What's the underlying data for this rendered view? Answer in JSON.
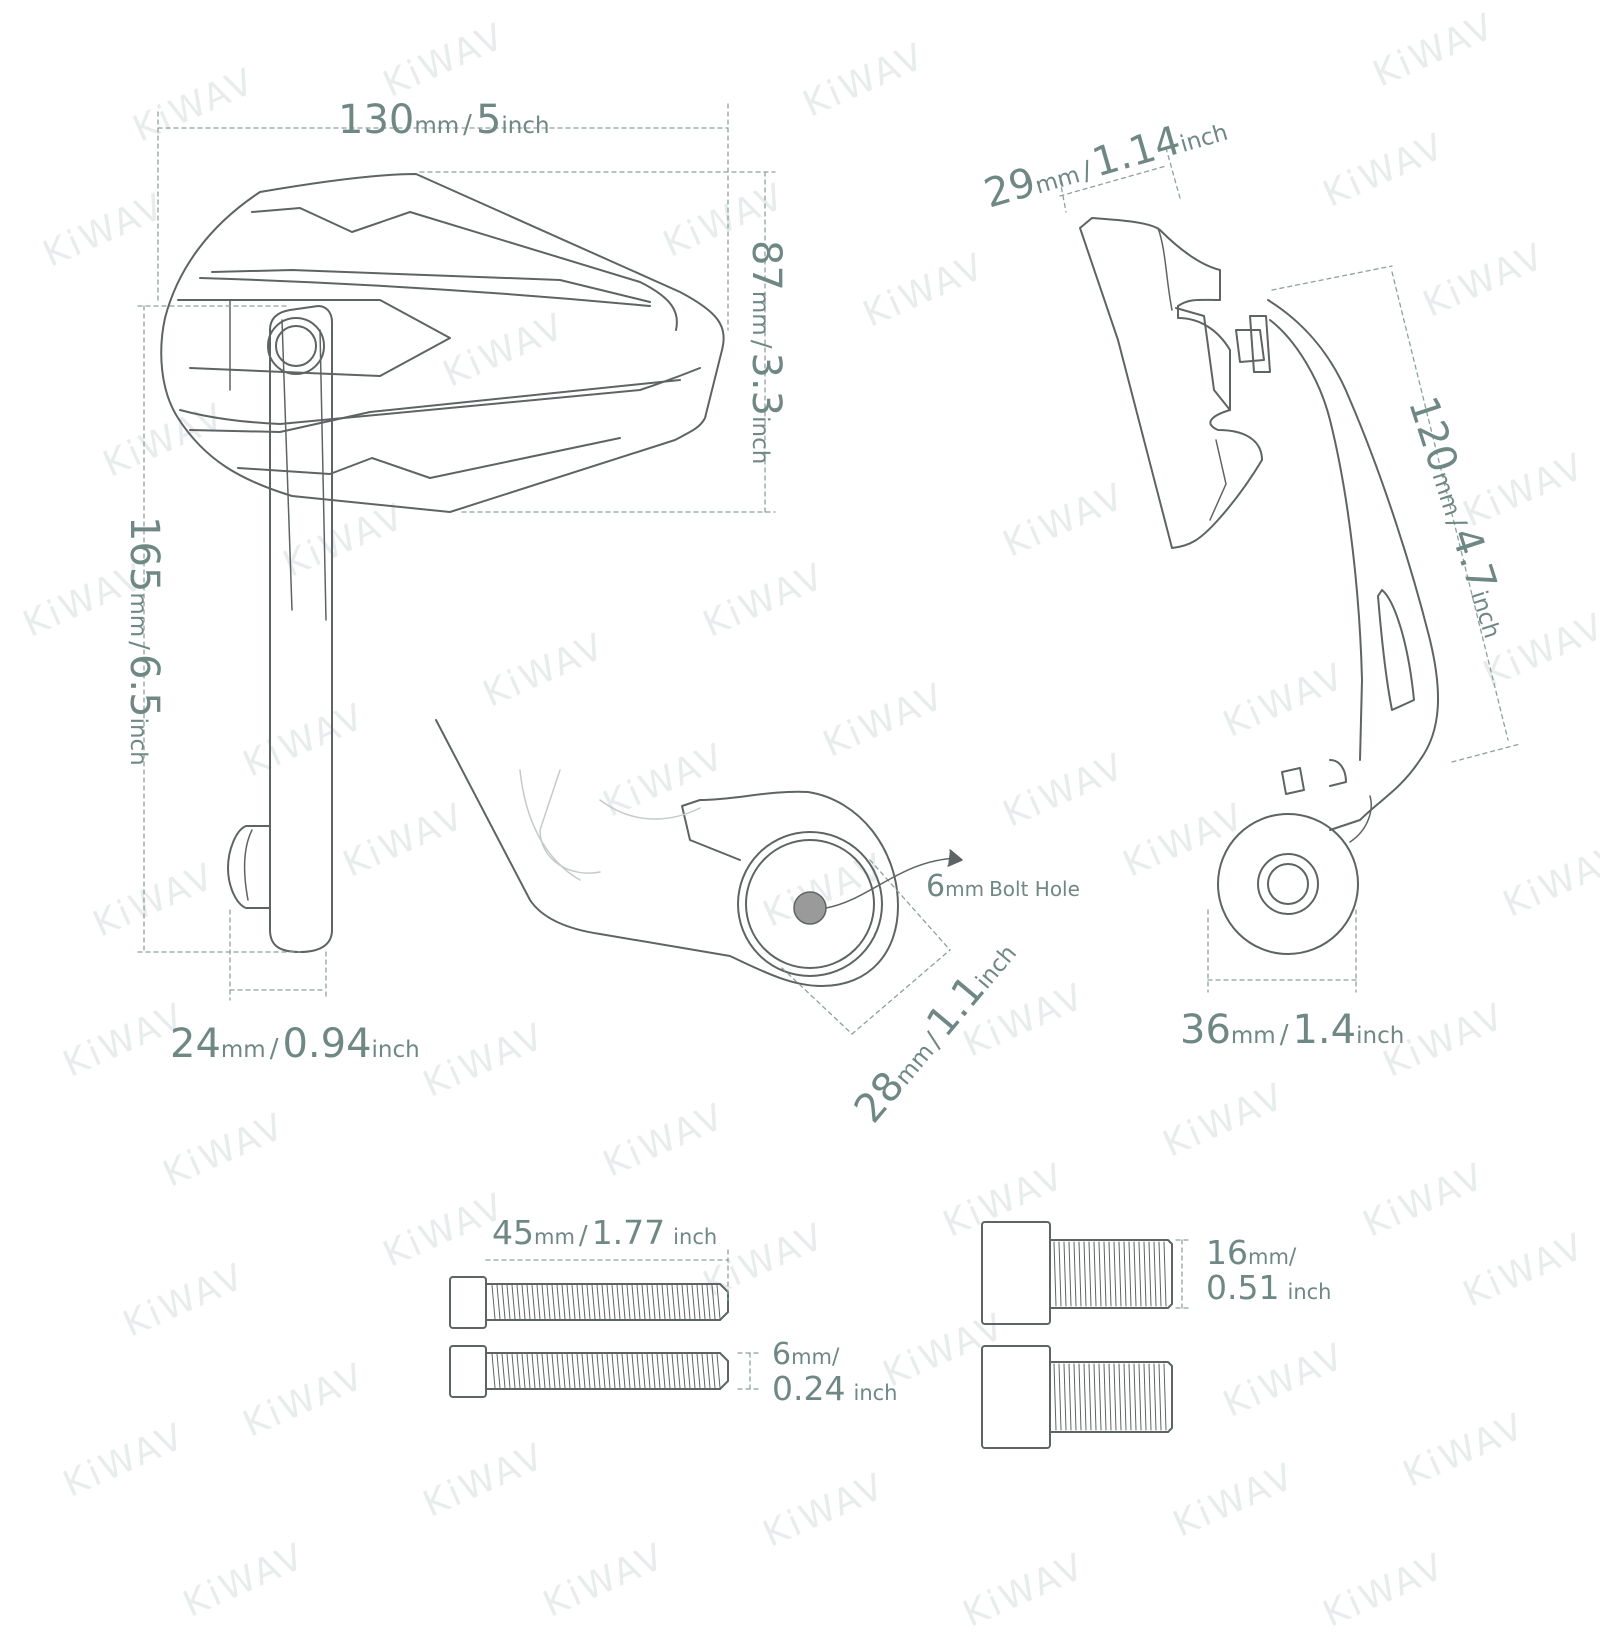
{
  "watermark": "KiWAV",
  "dimensions": {
    "width": {
      "value": "130",
      "unit_mm": "mm",
      "sep": "/",
      "imperial": "5",
      "unit_in": "inch"
    },
    "height": {
      "value": "87",
      "unit_mm": "mm",
      "sep": "/",
      "imperial": "3.3",
      "unit_in": "inch"
    },
    "length": {
      "value": "165",
      "unit_mm": "mm",
      "sep": "/",
      "imperial": "6.5",
      "unit_in": "inch"
    },
    "plug": {
      "value": "24",
      "unit_mm": "mm",
      "sep": "/",
      "imperial": "0.94",
      "unit_in": "inch"
    },
    "mirror_thickness": {
      "value": "29",
      "unit_mm": "mm",
      "sep": "/",
      "imperial": "1.14",
      "unit_in": "inch"
    },
    "arm_length": {
      "value": "120",
      "unit_mm": "mm",
      "sep": "/",
      "imperial": "4.7",
      "unit_in": "inch"
    },
    "clamp_width": {
      "value": "28",
      "unit_mm": "mm",
      "sep": "/",
      "imperial": "1.1",
      "unit_in": "inch"
    },
    "clamp_depth": {
      "value": "36",
      "unit_mm": "mm",
      "sep": "/",
      "imperial": "1.4",
      "unit_in": "inch"
    },
    "bolt_hole": {
      "value": "6",
      "unit_mm": "mm",
      "text": "Bolt Hole"
    },
    "long_bolt_length": {
      "value": "45",
      "unit_mm": "mm",
      "sep": "/",
      "imperial": "1.77",
      "unit_in": "inch"
    },
    "bolt_diameter": {
      "value": "6",
      "unit_mm": "mm",
      "sep": "/",
      "imperial": "0.24",
      "unit_in": "inch"
    },
    "short_bolt_length": {
      "value": "16",
      "unit_mm": "mm",
      "sep": "/",
      "imperial": "0.51",
      "unit_in": "inch"
    }
  },
  "colors": {
    "line": "#5d6463",
    "dim": "#8ea09c",
    "text": "#6f8884",
    "hole_fill": "#9a9a9a"
  }
}
